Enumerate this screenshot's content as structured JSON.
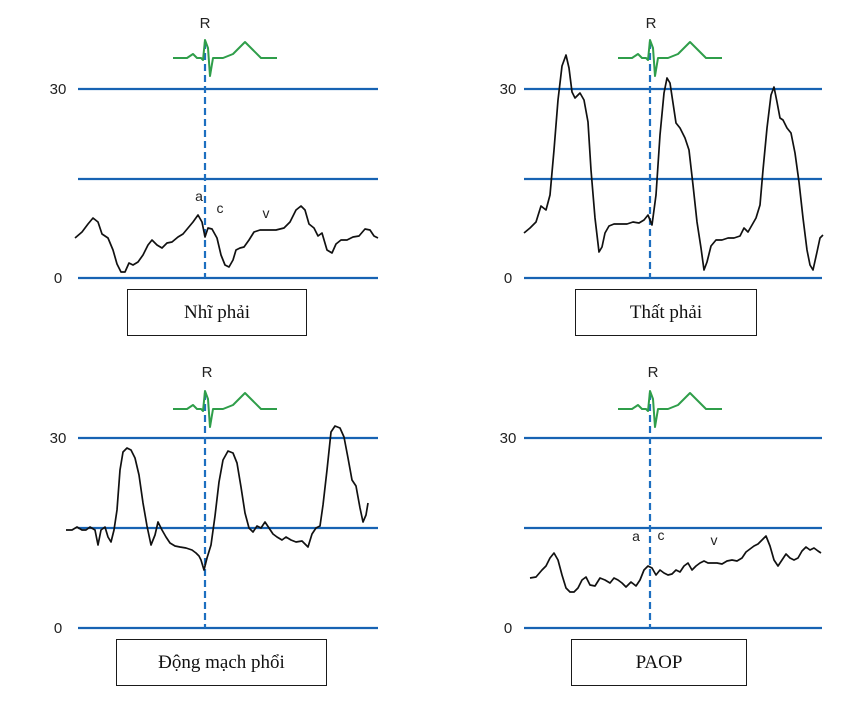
{
  "colors": {
    "grid": "#1763b3",
    "marker": "#1d6fc0",
    "ecg": "#2f9e4a",
    "trace": "#111111"
  },
  "y_ticks": [
    "30",
    "0"
  ],
  "r_label": "R",
  "panels": [
    {
      "caption": "Nhĩ phải",
      "wave_labels": [
        "a",
        "c",
        "v"
      ],
      "trace": [
        [
          75,
          238
        ],
        [
          82,
          232
        ],
        [
          88,
          224
        ],
        [
          93,
          218
        ],
        [
          98,
          222
        ],
        [
          102,
          234
        ],
        [
          108,
          238
        ],
        [
          113,
          250
        ],
        [
          117,
          264
        ],
        [
          121,
          272
        ],
        [
          125,
          272
        ],
        [
          129,
          263
        ],
        [
          133,
          265
        ],
        [
          138,
          262
        ],
        [
          143,
          255
        ],
        [
          148,
          245
        ],
        [
          152,
          240
        ],
        [
          157,
          245
        ],
        [
          162,
          248
        ],
        [
          167,
          243
        ],
        [
          172,
          242
        ],
        [
          178,
          237
        ],
        [
          183,
          234
        ],
        [
          188,
          228
        ],
        [
          193,
          222
        ],
        [
          198,
          215
        ],
        [
          202,
          222
        ],
        [
          205,
          237
        ],
        [
          208,
          228
        ],
        [
          212,
          229
        ],
        [
          217,
          238
        ],
        [
          221,
          255
        ],
        [
          225,
          265
        ],
        [
          229,
          267
        ],
        [
          233,
          260
        ],
        [
          236,
          250
        ],
        [
          240,
          248
        ],
        [
          244,
          247
        ],
        [
          249,
          240
        ],
        [
          254,
          232
        ],
        [
          260,
          230
        ],
        [
          268,
          230
        ],
        [
          276,
          230
        ],
        [
          284,
          228
        ],
        [
          290,
          222
        ],
        [
          296,
          210
        ],
        [
          301,
          206
        ],
        [
          305,
          210
        ],
        [
          309,
          224
        ],
        [
          314,
          228
        ],
        [
          318,
          236
        ],
        [
          322,
          233
        ],
        [
          327,
          250
        ],
        [
          332,
          253
        ],
        [
          336,
          244
        ],
        [
          341,
          240
        ],
        [
          347,
          240
        ],
        [
          353,
          237
        ],
        [
          359,
          236
        ],
        [
          365,
          229
        ],
        [
          370,
          230
        ],
        [
          374,
          236
        ],
        [
          378,
          238
        ]
      ]
    },
    {
      "caption": "Thất phải",
      "wave_labels": [],
      "trace": [
        [
          524,
          233
        ],
        [
          530,
          228
        ],
        [
          536,
          222
        ],
        [
          541,
          206
        ],
        [
          546,
          210
        ],
        [
          550,
          195
        ],
        [
          554,
          150
        ],
        [
          558,
          100
        ],
        [
          562,
          66
        ],
        [
          566,
          55
        ],
        [
          569,
          68
        ],
        [
          572,
          92
        ],
        [
          575,
          98
        ],
        [
          580,
          93
        ],
        [
          584,
          100
        ],
        [
          588,
          122
        ],
        [
          591,
          170
        ],
        [
          595,
          218
        ],
        [
          599,
          252
        ],
        [
          602,
          247
        ],
        [
          605,
          233
        ],
        [
          609,
          226
        ],
        [
          614,
          224
        ],
        [
          621,
          224
        ],
        [
          627,
          224
        ],
        [
          633,
          222
        ],
        [
          639,
          223
        ],
        [
          644,
          220
        ],
        [
          648,
          215
        ],
        [
          652,
          225
        ],
        [
          656,
          195
        ],
        [
          660,
          135
        ],
        [
          664,
          93
        ],
        [
          667,
          78
        ],
        [
          670,
          83
        ],
        [
          673,
          103
        ],
        [
          676,
          123
        ],
        [
          680,
          128
        ],
        [
          685,
          138
        ],
        [
          689,
          150
        ],
        [
          693,
          185
        ],
        [
          697,
          222
        ],
        [
          701,
          248
        ],
        [
          704,
          270
        ],
        [
          707,
          262
        ],
        [
          711,
          246
        ],
        [
          716,
          240
        ],
        [
          722,
          240
        ],
        [
          728,
          238
        ],
        [
          734,
          238
        ],
        [
          740,
          236
        ],
        [
          744,
          228
        ],
        [
          748,
          232
        ],
        [
          752,
          225
        ],
        [
          756,
          218
        ],
        [
          760,
          205
        ],
        [
          763,
          170
        ],
        [
          767,
          128
        ],
        [
          771,
          95
        ],
        [
          774,
          87
        ],
        [
          777,
          102
        ],
        [
          780,
          118
        ],
        [
          783,
          120
        ],
        [
          787,
          128
        ],
        [
          791,
          133
        ],
        [
          795,
          153
        ],
        [
          799,
          182
        ],
        [
          803,
          218
        ],
        [
          807,
          250
        ],
        [
          810,
          265
        ],
        [
          813,
          270
        ],
        [
          817,
          252
        ],
        [
          820,
          238
        ],
        [
          823,
          235
        ]
      ]
    },
    {
      "caption": "Động mạch phổi",
      "wave_labels": [],
      "trace": [
        [
          66,
          530
        ],
        [
          72,
          530
        ],
        [
          77,
          527
        ],
        [
          82,
          530
        ],
        [
          86,
          530
        ],
        [
          90,
          527
        ],
        [
          95,
          530
        ],
        [
          98,
          545
        ],
        [
          101,
          530
        ],
        [
          105,
          527
        ],
        [
          108,
          537
        ],
        [
          111,
          542
        ],
        [
          114,
          530
        ],
        [
          117,
          510
        ],
        [
          120,
          470
        ],
        [
          123,
          452
        ],
        [
          127,
          448
        ],
        [
          131,
          450
        ],
        [
          135,
          458
        ],
        [
          139,
          475
        ],
        [
          143,
          503
        ],
        [
          147,
          526
        ],
        [
          151,
          545
        ],
        [
          155,
          535
        ],
        [
          158,
          522
        ],
        [
          162,
          530
        ],
        [
          166,
          537
        ],
        [
          170,
          543
        ],
        [
          175,
          546
        ],
        [
          180,
          547
        ],
        [
          186,
          548
        ],
        [
          192,
          550
        ],
        [
          196,
          553
        ],
        [
          199,
          556
        ],
        [
          201,
          560
        ],
        [
          204,
          570
        ],
        [
          207,
          558
        ],
        [
          211,
          545
        ],
        [
          215,
          516
        ],
        [
          219,
          482
        ],
        [
          223,
          460
        ],
        [
          228,
          451
        ],
        [
          233,
          453
        ],
        [
          237,
          463
        ],
        [
          241,
          487
        ],
        [
          245,
          513
        ],
        [
          249,
          528
        ],
        [
          253,
          532
        ],
        [
          257,
          526
        ],
        [
          261,
          528
        ],
        [
          265,
          522
        ],
        [
          269,
          528
        ],
        [
          273,
          534
        ],
        [
          277,
          537
        ],
        [
          282,
          540
        ],
        [
          286,
          537
        ],
        [
          291,
          540
        ],
        [
          296,
          542
        ],
        [
          302,
          541
        ],
        [
          308,
          547
        ],
        [
          312,
          534
        ],
        [
          316,
          528
        ],
        [
          320,
          526
        ],
        [
          323,
          505
        ],
        [
          327,
          470
        ],
        [
          331,
          432
        ],
        [
          335,
          426
        ],
        [
          340,
          428
        ],
        [
          344,
          437
        ],
        [
          348,
          458
        ],
        [
          352,
          480
        ],
        [
          356,
          486
        ],
        [
          360,
          508
        ],
        [
          363,
          522
        ],
        [
          366,
          515
        ],
        [
          368,
          503
        ]
      ]
    },
    {
      "caption": "PAOP",
      "wave_labels": [
        "a",
        "c",
        "v"
      ],
      "trace": [
        [
          530,
          578
        ],
        [
          536,
          577
        ],
        [
          542,
          570
        ],
        [
          546,
          566
        ],
        [
          550,
          558
        ],
        [
          554,
          553
        ],
        [
          558,
          560
        ],
        [
          562,
          575
        ],
        [
          566,
          588
        ],
        [
          570,
          592
        ],
        [
          574,
          592
        ],
        [
          578,
          588
        ],
        [
          582,
          580
        ],
        [
          586,
          577
        ],
        [
          590,
          585
        ],
        [
          595,
          586
        ],
        [
          600,
          578
        ],
        [
          605,
          580
        ],
        [
          610,
          583
        ],
        [
          614,
          578
        ],
        [
          618,
          580
        ],
        [
          622,
          583
        ],
        [
          626,
          587
        ],
        [
          631,
          582
        ],
        [
          636,
          586
        ],
        [
          640,
          580
        ],
        [
          644,
          570
        ],
        [
          648,
          566
        ],
        [
          652,
          568
        ],
        [
          656,
          575
        ],
        [
          660,
          570
        ],
        [
          664,
          573
        ],
        [
          668,
          575
        ],
        [
          672,
          574
        ],
        [
          676,
          570
        ],
        [
          680,
          572
        ],
        [
          684,
          566
        ],
        [
          688,
          563
        ],
        [
          692,
          570
        ],
        [
          696,
          566
        ],
        [
          700,
          563
        ],
        [
          704,
          561
        ],
        [
          708,
          563
        ],
        [
          712,
          563
        ],
        [
          717,
          563
        ],
        [
          722,
          564
        ],
        [
          727,
          561
        ],
        [
          732,
          560
        ],
        [
          737,
          561
        ],
        [
          742,
          558
        ],
        [
          746,
          552
        ],
        [
          750,
          549
        ],
        [
          754,
          546
        ],
        [
          758,
          544
        ],
        [
          762,
          540
        ],
        [
          766,
          536
        ],
        [
          770,
          546
        ],
        [
          774,
          560
        ],
        [
          778,
          566
        ],
        [
          782,
          560
        ],
        [
          786,
          554
        ],
        [
          790,
          558
        ],
        [
          794,
          560
        ],
        [
          798,
          558
        ],
        [
          802,
          551
        ],
        [
          806,
          547
        ],
        [
          810,
          550
        ],
        [
          814,
          548
        ],
        [
          818,
          551
        ],
        [
          821,
          553
        ]
      ]
    }
  ]
}
